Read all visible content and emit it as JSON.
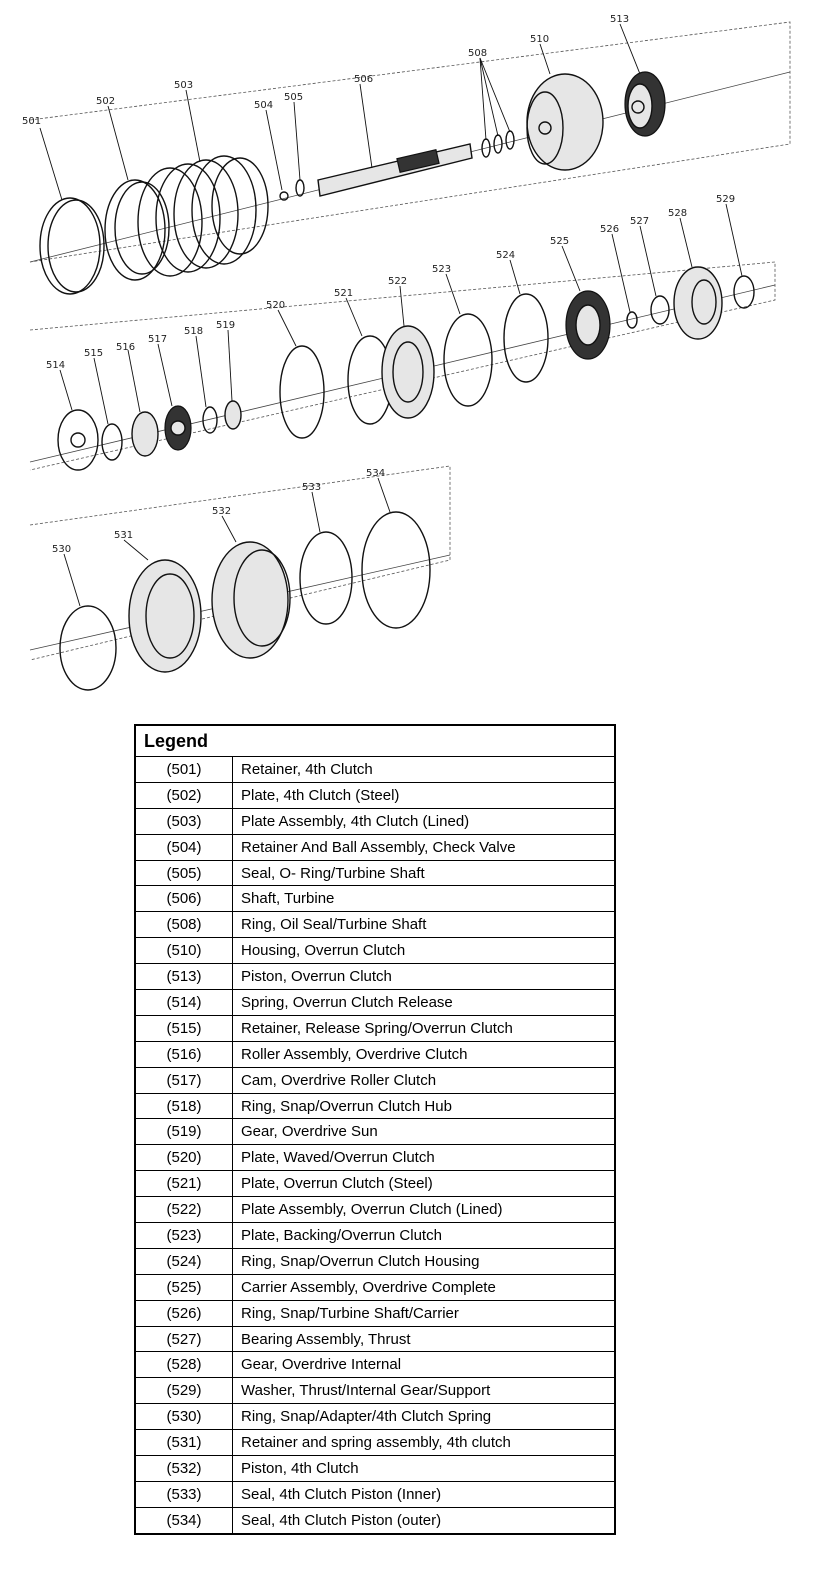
{
  "diagram": {
    "callouts": [
      "501",
      "502",
      "503",
      "504",
      "505",
      "506",
      "508",
      "510",
      "513",
      "514",
      "515",
      "516",
      "517",
      "518",
      "519",
      "520",
      "521",
      "522",
      "523",
      "524",
      "525",
      "526",
      "527",
      "528",
      "529",
      "530",
      "531",
      "532",
      "533",
      "534"
    ]
  },
  "legend": {
    "title": "Legend",
    "rows": [
      {
        "code": "(501)",
        "desc": "Retainer, 4th Clutch"
      },
      {
        "code": "(502)",
        "desc": "Plate, 4th Clutch (Steel)"
      },
      {
        "code": "(503)",
        "desc": "Plate Assembly, 4th Clutch (Lined)"
      },
      {
        "code": "(504)",
        "desc": "Retainer And Ball Assembly, Check Valve"
      },
      {
        "code": "(505)",
        "desc": "Seal, O- Ring/Turbine Shaft"
      },
      {
        "code": "(506)",
        "desc": "Shaft, Turbine"
      },
      {
        "code": "(508)",
        "desc": "Ring, Oil Seal/Turbine Shaft"
      },
      {
        "code": "(510)",
        "desc": "Housing, Overrun Clutch"
      },
      {
        "code": "(513)",
        "desc": "Piston, Overrun Clutch"
      },
      {
        "code": "(514)",
        "desc": "Spring, Overrun Clutch Release"
      },
      {
        "code": "(515)",
        "desc": "Retainer, Release Spring/Overrun Clutch"
      },
      {
        "code": "(516)",
        "desc": "Roller Assembly, Overdrive Clutch"
      },
      {
        "code": "(517)",
        "desc": "Cam, Overdrive Roller Clutch"
      },
      {
        "code": "(518)",
        "desc": "Ring, Snap/Overrun Clutch Hub"
      },
      {
        "code": "(519)",
        "desc": "Gear, Overdrive Sun"
      },
      {
        "code": "(520)",
        "desc": "Plate, Waved/Overrun Clutch"
      },
      {
        "code": "(521)",
        "desc": "Plate, Overrun Clutch (Steel)"
      },
      {
        "code": "(522)",
        "desc": "Plate Assembly, Overrun Clutch (Lined)"
      },
      {
        "code": "(523)",
        "desc": "Plate, Backing/Overrun Clutch"
      },
      {
        "code": "(524)",
        "desc": "Ring, Snap/Overrun Clutch Housing"
      },
      {
        "code": "(525)",
        "desc": "Carrier Assembly, Overdrive Complete"
      },
      {
        "code": "(526)",
        "desc": "Ring, Snap/Turbine Shaft/Carrier"
      },
      {
        "code": "(527)",
        "desc": "Bearing Assembly, Thrust"
      },
      {
        "code": "(528)",
        "desc": "Gear, Overdrive Internal"
      },
      {
        "code": "(529)",
        "desc": "Washer, Thrust/Internal Gear/Support"
      },
      {
        "code": "(530)",
        "desc": "Ring, Snap/Adapter/4th Clutch Spring"
      },
      {
        "code": "(531)",
        "desc": "Retainer and spring assembly, 4th clutch"
      },
      {
        "code": "(532)",
        "desc": "Piston, 4th Clutch"
      },
      {
        "code": "(533)",
        "desc": "Seal, 4th Clutch Piston (Inner)"
      },
      {
        "code": "(534)",
        "desc": "Seal, 4th Clutch Piston (outer)"
      }
    ]
  }
}
